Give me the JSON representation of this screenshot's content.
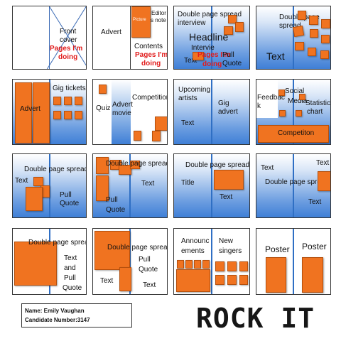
{
  "panels": {
    "p1": {
      "line1": "Front",
      "line2": "cover",
      "red1": "Pages I'm",
      "red2": "doing"
    },
    "p2": {
      "advert": "Advert",
      "picture": "Picture",
      "editors1": "Editor",
      "editors2": "s note",
      "contents": "Contents",
      "red1": "Pages I'm",
      "red2": "doing"
    },
    "p3": {
      "dps1": "Double page spread",
      "dps2": "interview",
      "headline": "Headline",
      "interview": "Intervie",
      "text": "Text",
      "red1": "Pages I'm",
      "red2": "doing",
      "pull1": "Pull",
      "pull2": "Quote"
    },
    "p4": {
      "dps1": "Double page",
      "dps2": "spread",
      "text": "Text"
    },
    "p5": {
      "advert": "Advert",
      "gig": "Gig tickets"
    },
    "p6": {
      "quiz": "Quiz",
      "advert1": "Advert",
      "advert2": "movie",
      "competitions": "Competitions"
    },
    "p7": {
      "upcoming1": "Upcoming",
      "upcoming2": "artists",
      "gig1": "Gig",
      "gig2": "advert",
      "text": "Text"
    },
    "p8": {
      "feedback1": "Feedbac",
      "feedback2": "k",
      "social": "Social",
      "media": "Media",
      "stats1": "Statistics",
      "stats2": "chart",
      "competiton": "Competiton"
    },
    "p9": {
      "dps": "Double page spread",
      "text": "Text",
      "pull1": "Pull",
      "pull2": "Quote"
    },
    "p10": {
      "dps": "Double page spread",
      "text": "Text",
      "pull1": "Pull",
      "pull2": "Quote"
    },
    "p11": {
      "dps": "Double page spread",
      "title": "Title",
      "text": "Text"
    },
    "p12": {
      "text_tl": "Text",
      "text_tr": "Text",
      "dps": "Double page spread",
      "text_br": "Text"
    },
    "p13": {
      "dps": "Double page spread",
      "text": "Text",
      "and": "and",
      "pull": "Pull",
      "quote": "Quote"
    },
    "p14": {
      "dps": "Double page spread",
      "pull1": "Pull",
      "pull2": "Quote",
      "text_l": "Text",
      "text_r": "Text"
    },
    "p15": {
      "announ1": "Announc",
      "announ2": "ements",
      "new1": "New",
      "new2": "singers"
    },
    "p16": {
      "poster_l": "Poster",
      "poster_r": "Poster"
    }
  },
  "footer": {
    "name": "Name: Emily Vaughan",
    "candidate": "Candidate Number:3147"
  },
  "logo": "ROCK IT",
  "colors": {
    "accent": "#f07320",
    "spine": "#2f6fc4",
    "highlight": "#e11b1b"
  }
}
